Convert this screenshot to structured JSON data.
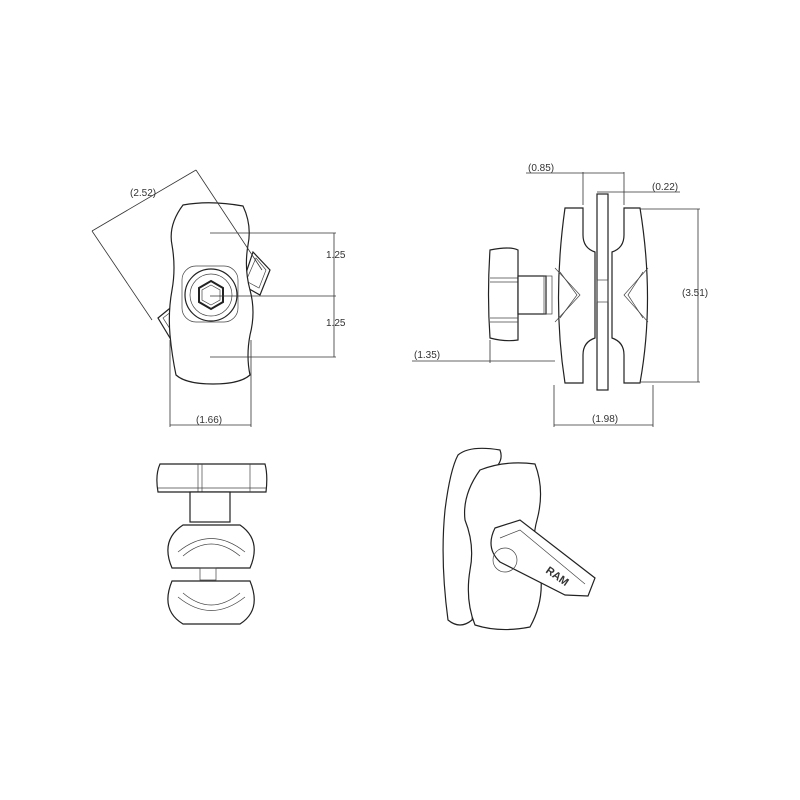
{
  "drawing": {
    "subject": "RAM double socket arm with knob",
    "views": {
      "front": {
        "dimensions": {
          "diagonal": "(2.52)",
          "upper": "1.25",
          "lower": "1.25",
          "width": "(1.66)"
        }
      },
      "side": {
        "dimensions": {
          "socket_span": "(0.85)",
          "gap": "(0.22)",
          "height": "(3.51)",
          "knob_offset": "(1.35)",
          "width": "(1.98)"
        }
      },
      "top": {},
      "isometric": {
        "logo_text": "RAM"
      }
    },
    "colors": {
      "line": "#222222",
      "background": "#ffffff"
    }
  }
}
